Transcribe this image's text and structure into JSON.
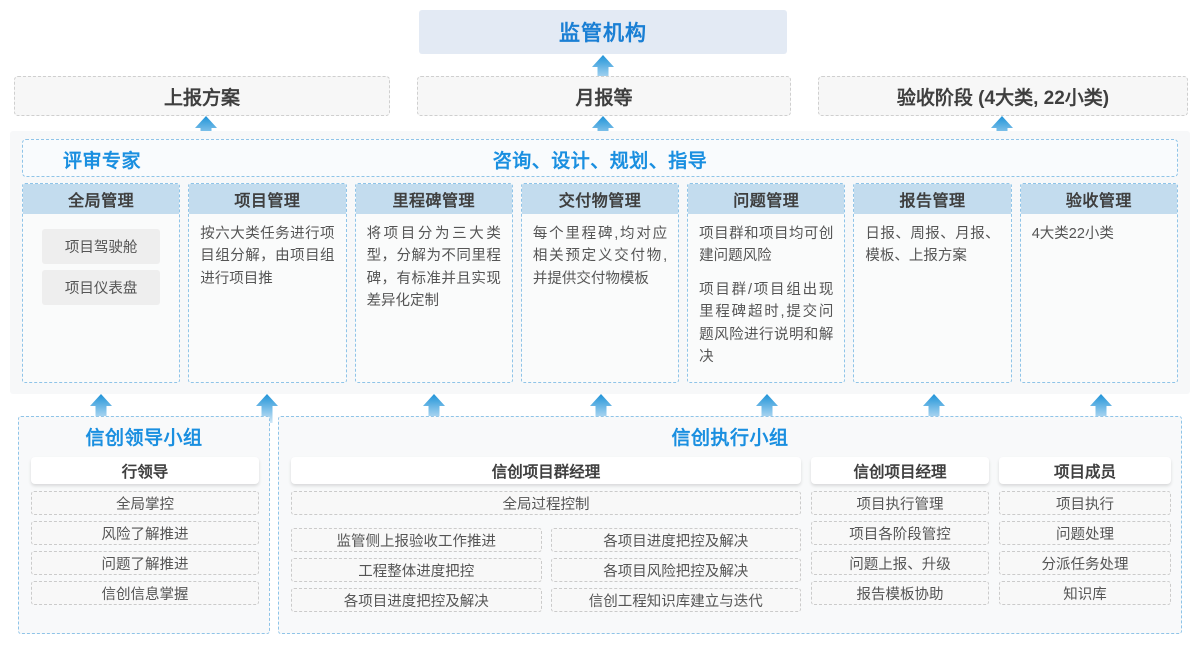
{
  "colors": {
    "accent": "#1a8fe0",
    "card_header": "#c3dcee",
    "regulator_bg": "#e3eaf4",
    "dashed_blue": "#8fc4e8",
    "dashed_grey": "#cfcfcf"
  },
  "top": {
    "regulator": "监管机构",
    "reports": [
      "上报方案",
      "月报等",
      "验收阶段 (4大类, 22小类)"
    ]
  },
  "platform": {
    "label_left": "评审专家",
    "label_center": "咨询、设计、规划、指导",
    "cards": [
      {
        "title": "全局管理",
        "pills": [
          "项目驾驶舱",
          "项目仪表盘"
        ],
        "paras": []
      },
      {
        "title": "项目管理",
        "pills": [],
        "paras": [
          "按六大类任务进行项目组分解，由项目组进行项目推"
        ]
      },
      {
        "title": "里程碑管理",
        "pills": [],
        "paras": [
          "将项目分为三大类型，分解为不同里程碑，有标准并且实现差异化定制"
        ]
      },
      {
        "title": "交付物管理",
        "pills": [],
        "paras": [
          "每个里程碑,均对应相关预定义交付物,并提供交付物模板"
        ]
      },
      {
        "title": "问题管理",
        "pills": [],
        "paras": [
          "项目群和项目均可创建问题风险",
          "项目群/项目组出现里程碑超时,提交问题风险进行说明和解决"
        ]
      },
      {
        "title": "报告管理",
        "pills": [],
        "paras": [
          "日报、周报、月报、模板、上报方案"
        ]
      },
      {
        "title": "验收管理",
        "pills": [],
        "paras": [
          "4大类22小类"
        ]
      }
    ]
  },
  "teams": [
    {
      "title": "信创领导小组",
      "roles": [
        {
          "head": "行领导",
          "rows": [
            "全局掌控",
            "风险了解推进",
            "问题了解推进",
            "信创信息掌握"
          ]
        }
      ]
    },
    {
      "title": "信创执行小组",
      "roles": [
        {
          "head": "信创项目群经理",
          "full_row": "全局过程控制",
          "left_rows": [
            "监管侧上报验收工作推进",
            "工程整体进度把控",
            "各项目进度把控及解决"
          ],
          "right_rows": [
            "各项目进度把控及解决",
            "各项目风险把控及解决",
            "信创工程知识库建立与迭代"
          ]
        },
        {
          "head": "信创项目经理",
          "rows": [
            "项目执行管理",
            "项目各阶段管控",
            "问题上报、升级",
            "报告模板协助"
          ]
        },
        {
          "head": "项目成员",
          "rows": [
            "项目执行",
            "问题处理",
            "分派任务处理",
            "知识库"
          ]
        }
      ]
    }
  ],
  "arrows": {
    "count_top": 1,
    "count_mid": 3,
    "count_bottom": 7
  }
}
